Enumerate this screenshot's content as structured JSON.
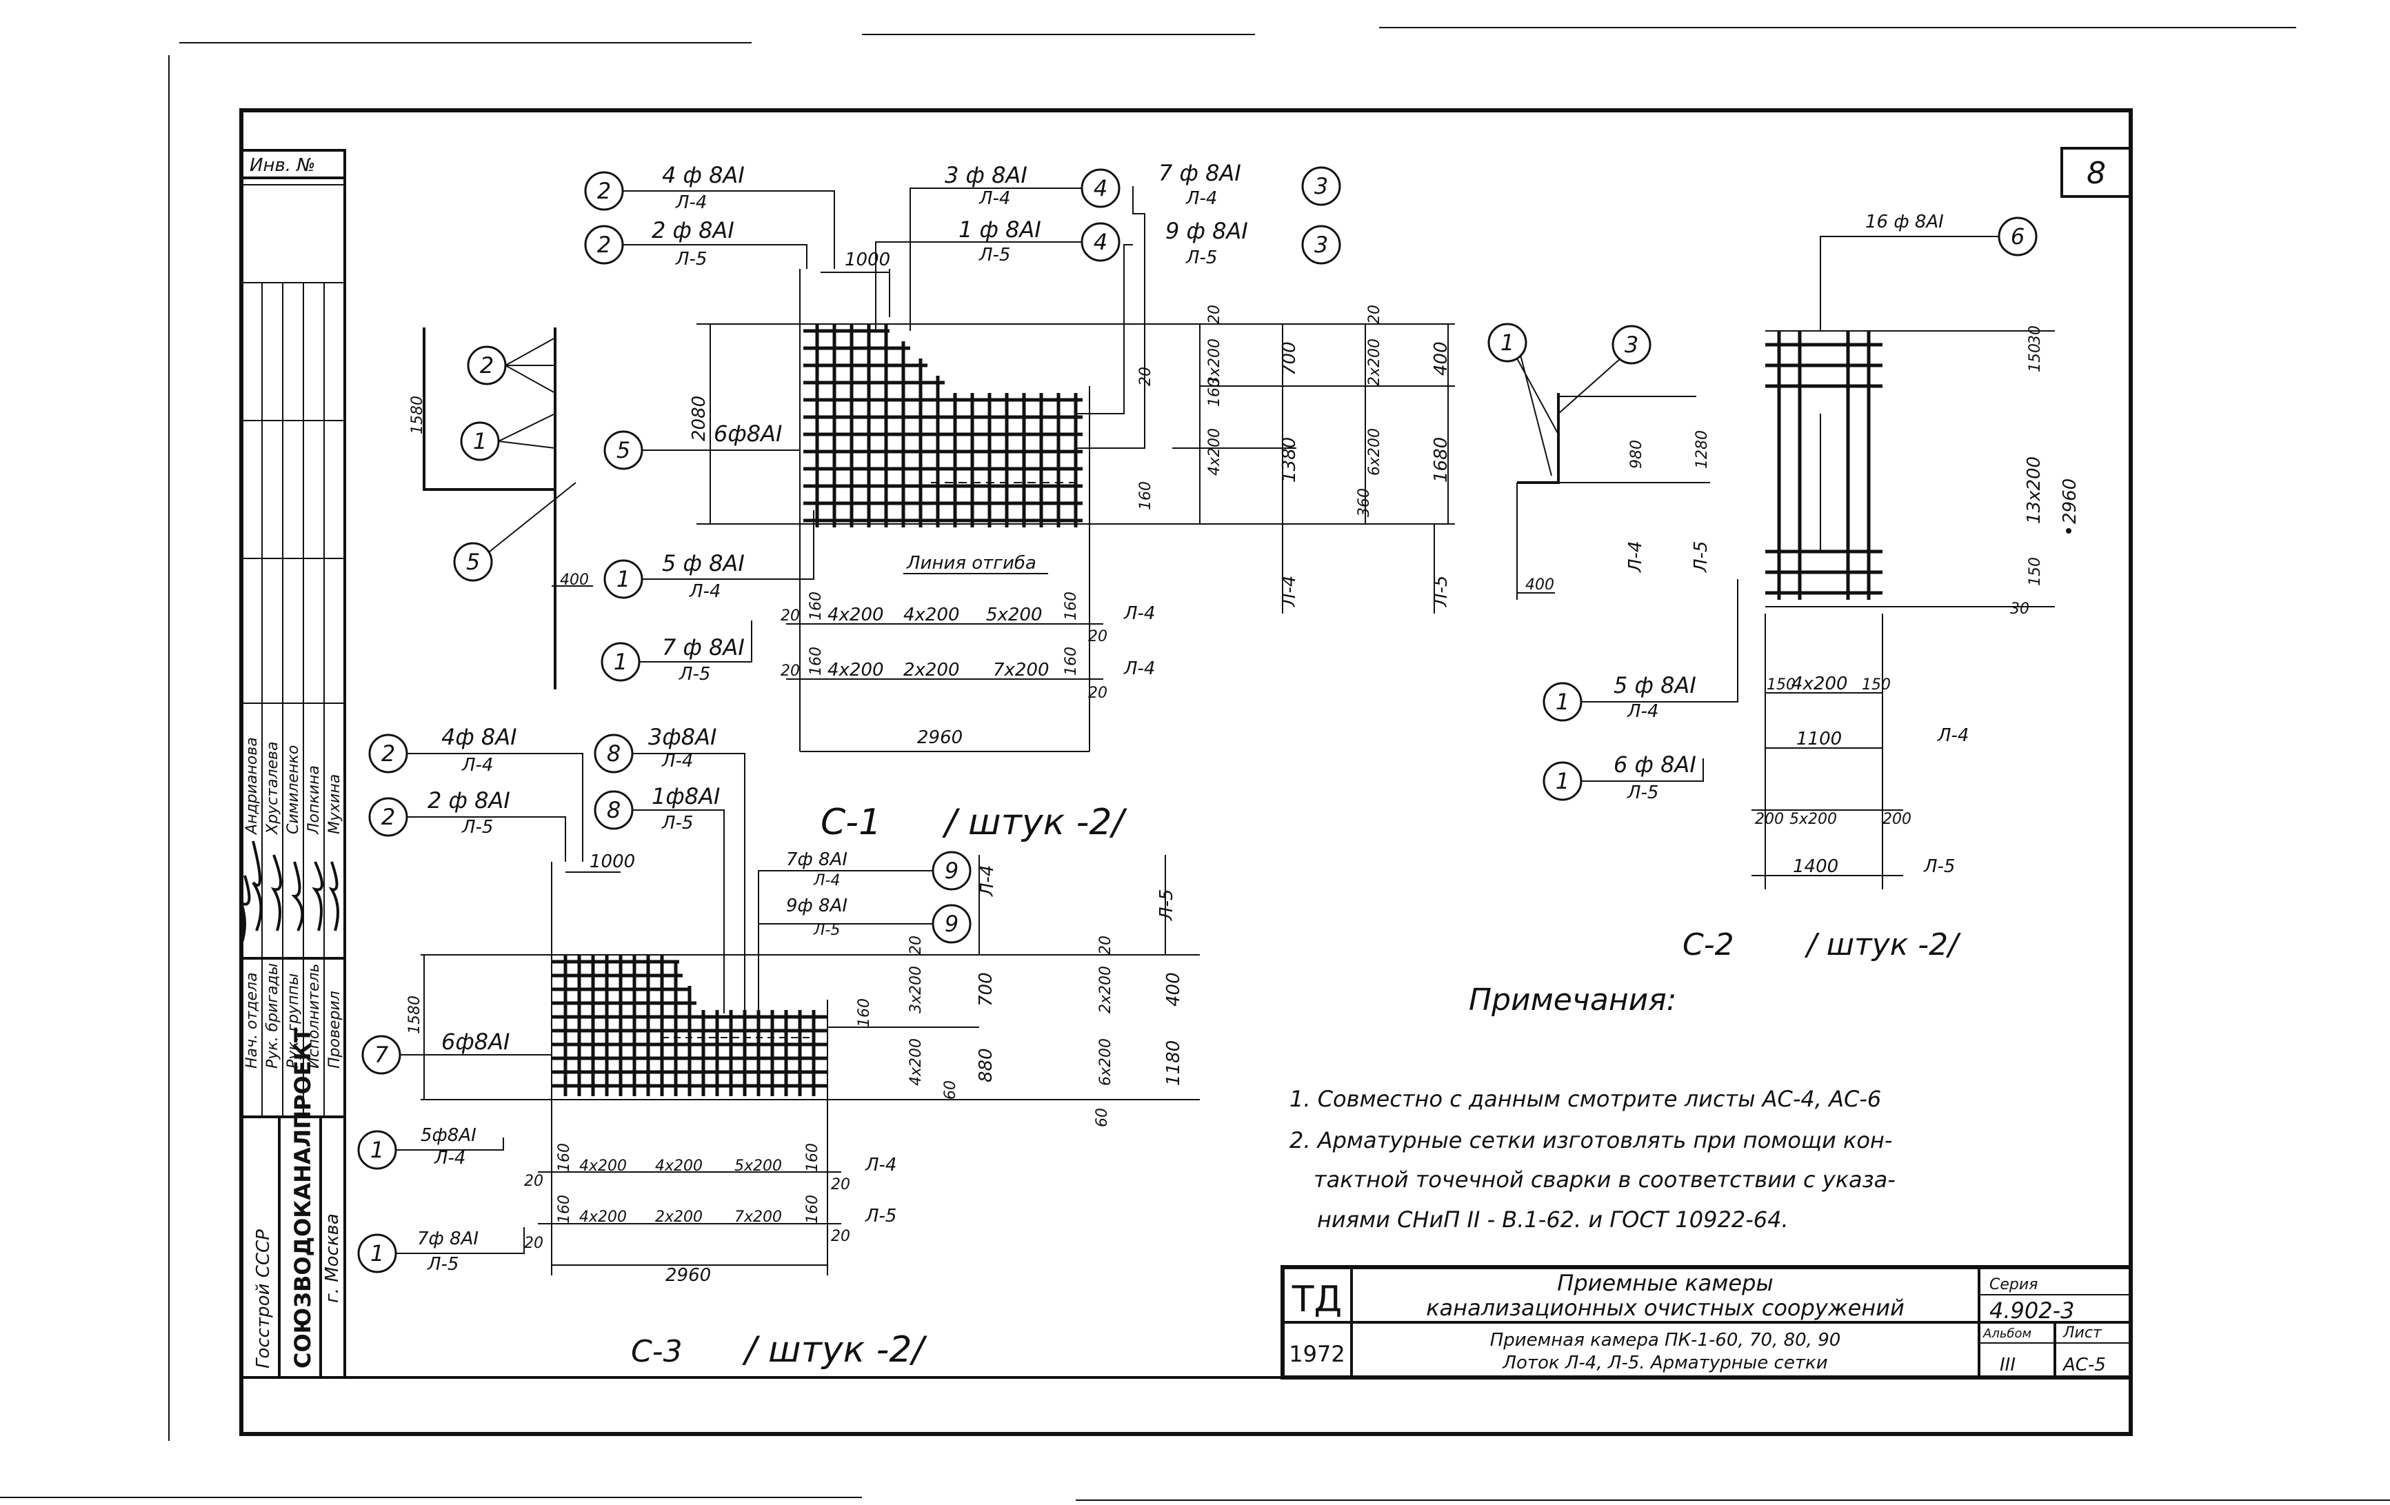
{
  "sheet_number": "8",
  "inv_label": "Инв. №",
  "sidebar": {
    "org1": "Госстрой СССР",
    "org2": "СОЮЗВОДОКАНАЛПРОЕКТ",
    "city": "г. Москва",
    "roles": [
      "Нач. отдела",
      "Рук. бригады",
      "Рук. группы",
      "Исполнитель",
      "Проверил"
    ],
    "names": [
      "Андрианова",
      "Хрусталева",
      "Симиленко",
      "Лопкина",
      "Мухина"
    ]
  },
  "c1": {
    "title": "С-1",
    "qty": "/ штук -2/",
    "callouts": [
      {
        "num": "2",
        "top": "4 ф 8АI",
        "bot": "Л-4"
      },
      {
        "num": "2",
        "top": "2 ф 8АI",
        "bot": "Л-5"
      },
      {
        "num": "4",
        "top": "3 ф 8АI",
        "bot": "Л-4"
      },
      {
        "num": "4",
        "top": "1 ф 8АI",
        "bot": "Л-5"
      },
      {
        "num": "3",
        "top": "7 ф 8АI",
        "bot": "Л-4"
      },
      {
        "num": "3",
        "top": "9 ф 8АI",
        "bot": "Л-5"
      },
      {
        "num": "5",
        "top": "6ф8АI",
        "bot": ""
      },
      {
        "num": "1",
        "top": "5 ф 8АI",
        "bot": "Л-4"
      },
      {
        "num": "1",
        "top": "7 ф 8АI",
        "bot": "Л-5"
      }
    ],
    "bend_line": "Линия отгиба",
    "dims_top": [
      "1000"
    ],
    "dims_row1": [
      "20",
      "160",
      "4х200",
      "4х200",
      "5х200",
      "160",
      "20",
      "Л-4"
    ],
    "dims_row2": [
      "20",
      "160",
      "4х200",
      "2х200",
      "7х200",
      "160",
      "20",
      "Л-4"
    ],
    "total": "2960",
    "left_dim": "2080",
    "side_dims_a": [
      "20",
      "3х200",
      "160",
      "4х200",
      "160"
    ],
    "side_dims_b": [
      "700",
      "1380"
    ],
    "side_dims_c": [
      "20",
      "2х200",
      "6х200",
      "360"
    ],
    "side_dims_d": [
      "400",
      "1680"
    ],
    "side_labels": [
      "Л-4",
      "Л-5"
    ],
    "detail_dims": [
      "1580",
      "400"
    ],
    "misc_dim": "20",
    "detail_callouts": [
      "2",
      "1",
      "5"
    ]
  },
  "c2": {
    "title": "С-2",
    "qty": "/ штук -2/",
    "top_callout": {
      "num": "6",
      "top": "16 ф 8АI"
    },
    "callouts": [
      {
        "num": "1",
        "top": "5 ф 8АI",
        "bot": "Л-4"
      },
      {
        "num": "1",
        "top": "6 ф 8АI",
        "bot": "Л-5"
      }
    ],
    "detail_callouts": [
      "1",
      "3"
    ],
    "detail_dims": [
      "980",
      "1280",
      "400"
    ],
    "detail_labels": [
      "Л-4",
      "Л-5"
    ],
    "side_dims": [
      "30",
      "150",
      "13х200",
      "150",
      "30"
    ],
    "total_h": "2960",
    "dims_row1": [
      "150",
      "4х200",
      "150"
    ],
    "dim_1100": "1100",
    "label_l4": "Л-4",
    "dims_row2": [
      "200",
      "5х200",
      "200"
    ],
    "dim_1400": "1400",
    "label_l5": "Л-5"
  },
  "c3": {
    "title": "С-3",
    "qty": "/ штук -2/",
    "callouts": [
      {
        "num": "2",
        "top": "4ф 8АI",
        "bot": "Л-4"
      },
      {
        "num": "2",
        "top": "2 ф 8АI",
        "bot": "Л-5"
      },
      {
        "num": "8",
        "top": "3ф8АI",
        "bot": "Л-4"
      },
      {
        "num": "8",
        "top": "1ф8АI",
        "bot": "Л-5"
      },
      {
        "num": "9",
        "top": "7ф 8АI",
        "bot": "Л-4"
      },
      {
        "num": "9",
        "top": "9ф 8АI",
        "bot": "Л-5"
      },
      {
        "num": "7",
        "top": "6ф8АI",
        "bot": ""
      },
      {
        "num": "1",
        "top": "5ф8АI",
        "bot": "Л-4"
      },
      {
        "num": "1",
        "top": "7ф 8АI",
        "bot": "Л-5"
      }
    ],
    "dims_top": [
      "1000"
    ],
    "left_dim": "1580",
    "dims_row1": [
      "20",
      "160",
      "4х200",
      "4х200",
      "5х200",
      "160",
      "20",
      "Л-4"
    ],
    "dims_row2": [
      "20",
      "160",
      "4х200",
      "2х200",
      "7х200",
      "160",
      "20",
      "Л-5"
    ],
    "total": "2960",
    "side_dims_a": [
      "20",
      "3х200",
      "160",
      "4х200",
      "60"
    ],
    "side_dims_b": [
      "700",
      "880"
    ],
    "side_dims_c": [
      "20",
      "2х200",
      "6х200",
      "60"
    ],
    "side_dims_d": [
      "400",
      "1180"
    ],
    "side_labels": [
      "Л-4",
      "Л-5"
    ]
  },
  "notes": {
    "title": "Примечания:",
    "items": [
      "1. Совместно с данным смотрите листы АС-4, АС-6",
      "2. Арматурные сетки изготовлять при помощи кон-",
      "тактной точечной сварки в соответствии с указа-",
      "ниями СНиП II - В.1-62. и ГОСТ 10922-64."
    ]
  },
  "title_block": {
    "td": "ТД",
    "year": "1972",
    "title1": "Приемные камеры",
    "title2": "канализационных очистных сооружений",
    "title3": "Приемная камера ПК-1-60, 70, 80, 90",
    "title4": "Лоток Л-4, Л-5. Арматурные сетки",
    "series_label": "Серия",
    "series": "4.902-3",
    "album_label": "Альбом",
    "album": "III",
    "sheet_label": "Лист",
    "sheet": "АС-5"
  }
}
